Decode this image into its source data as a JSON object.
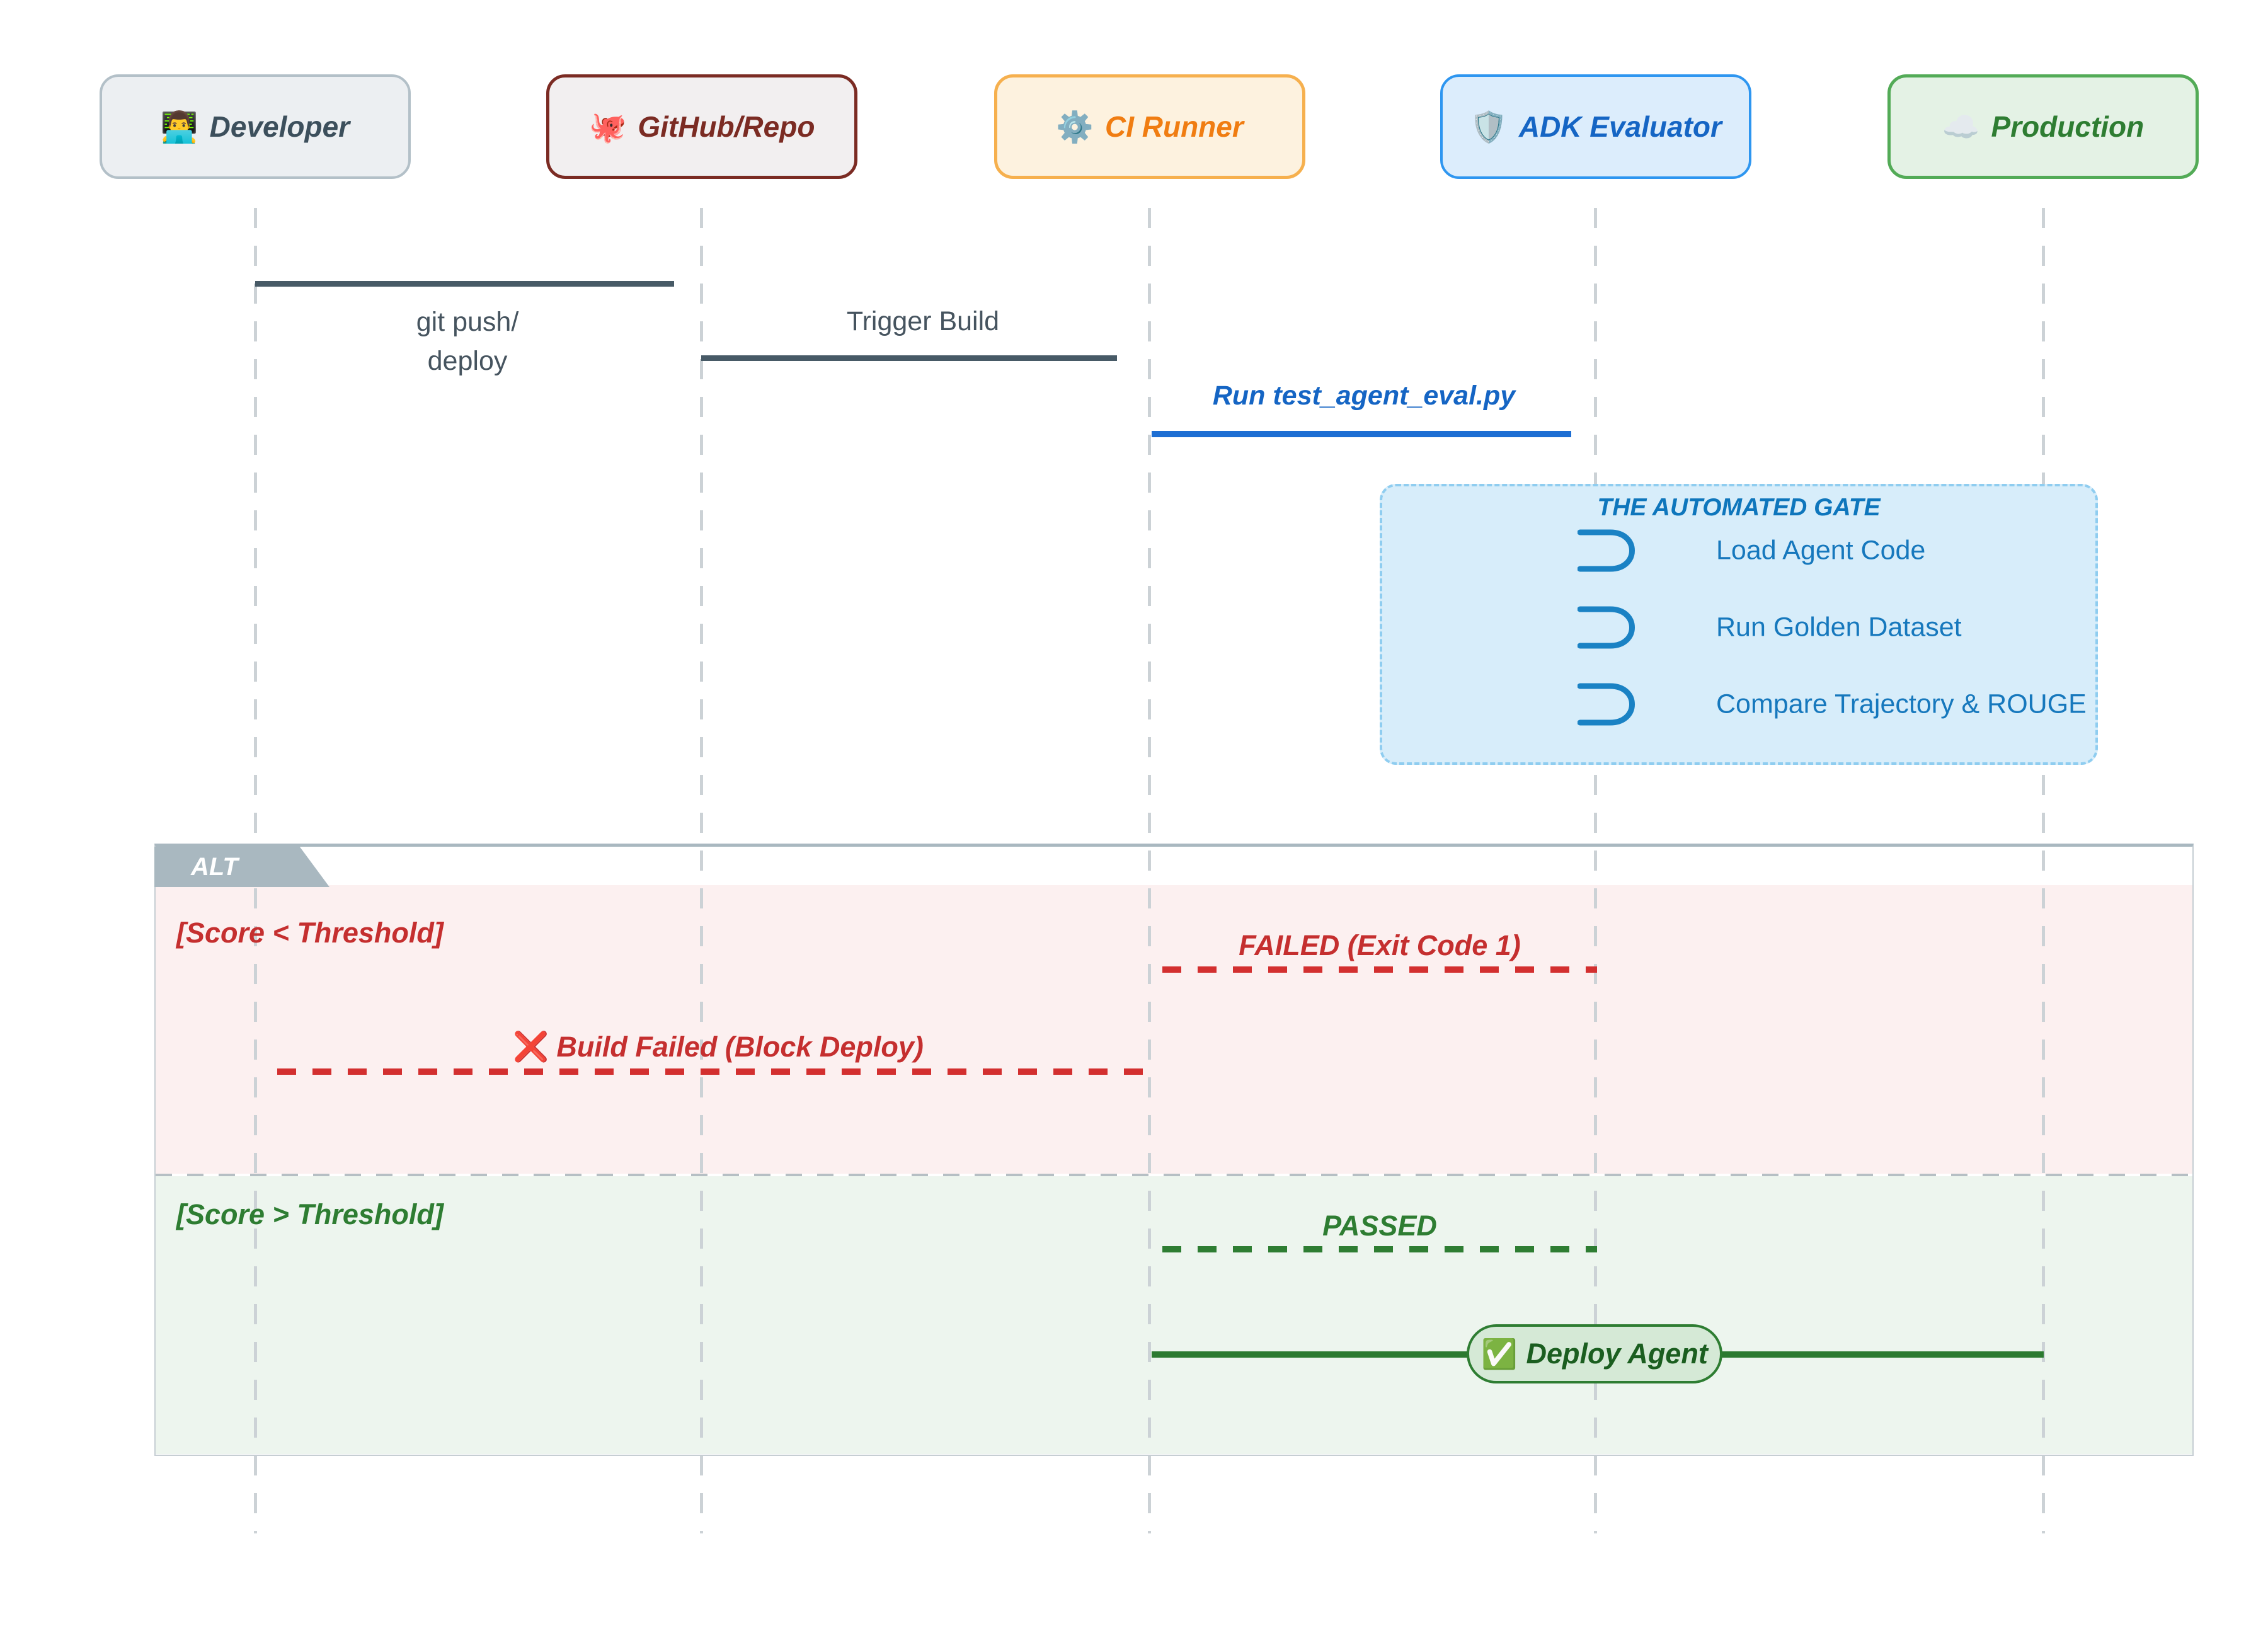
{
  "diagram": {
    "title_implied": "CI/CD agent evaluation sequence",
    "actors": [
      {
        "id": "developer",
        "icon": "👨‍💻",
        "icon_name": "developer-emoji-icon",
        "label": "Developer"
      },
      {
        "id": "github",
        "icon": "🐙",
        "icon_name": "octopus-emoji-icon",
        "label": "GitHub/Repo"
      },
      {
        "id": "ci-runner",
        "icon": "⚙️",
        "icon_name": "gear-emoji-icon",
        "label": "CI Runner"
      },
      {
        "id": "adk",
        "icon": "🛡️",
        "icon_name": "shield-emoji-icon",
        "label": "ADK Evaluator"
      },
      {
        "id": "production",
        "icon": "☁️",
        "icon_name": "cloud-emoji-icon",
        "label": "Production"
      }
    ],
    "messages": {
      "git_push_line1": "git push/",
      "git_push_line2": "deploy",
      "trigger_build": "Trigger Build",
      "run_eval": "Run test_agent_eval.py",
      "failed": "FAILED (Exit Code 1)",
      "build_failed_icon": "❌",
      "build_failed": "Build Failed (Block Deploy)",
      "passed": "PASSED",
      "deploy_icon": "✅",
      "deploy": "Deploy Agent"
    },
    "note": {
      "title": "THE AUTOMATED GATE",
      "items": [
        "Load Agent Code",
        "Run Golden Dataset",
        "Compare Trajectory & ROUGE"
      ]
    },
    "alt": {
      "label": "ALT",
      "branch_fail": "[Score < Threshold]",
      "branch_pass": "[Score > Threshold]"
    },
    "colors": {
      "developer_accent": "#3c4f5c",
      "github_accent": "#7b2b23",
      "ci_accent": "#f07d12",
      "adk_accent": "#1565c4",
      "production_accent": "#2e7d32",
      "message_line": "#475a66",
      "blue_message": "#1d6ed3",
      "note_bg": "#d7edfa",
      "note_border": "#8fcdf0",
      "note_text": "#1678bd",
      "alt_tab_bg": "#a9b8c0",
      "fail_bg": "#fcf0f0",
      "pass_bg": "#edf5ee",
      "fail_red": "#c52f2f",
      "pass_green": "#2e7d32"
    }
  }
}
